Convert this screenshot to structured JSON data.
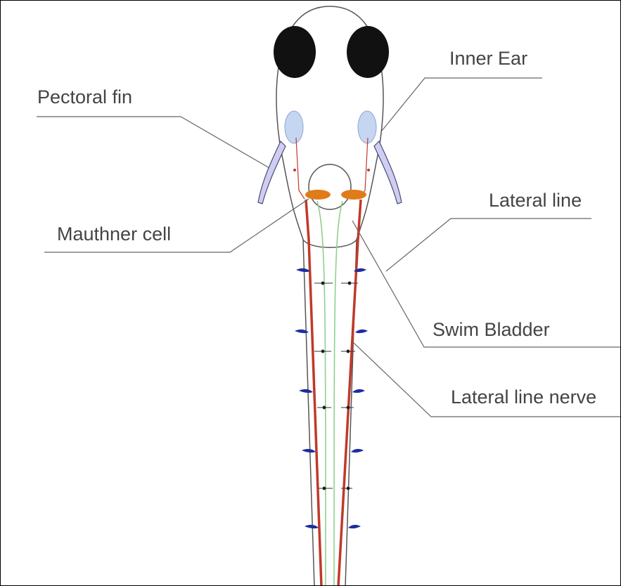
{
  "diagram": {
    "labels": {
      "inner_ear": "Inner Ear",
      "pectoral_fin": "Pectoral fin",
      "lateral_line": "Lateral line",
      "mauthner_cell": "Mauthner cell",
      "swim_bladder": "Swim Bladder",
      "lateral_line_nerve": "Lateral line nerve"
    },
    "colors": {
      "outline": "#555555",
      "eye": "#111111",
      "inner_ear": "#c5d6f2",
      "fin": "#cfcdf0",
      "mauthner_cell": "#e07b1a",
      "mauthner_axon": "#c0392b",
      "lateral_line_nerve": "#8fd18f",
      "neuromast": "#1c2e9e",
      "leader_line": "#666666"
    }
  }
}
